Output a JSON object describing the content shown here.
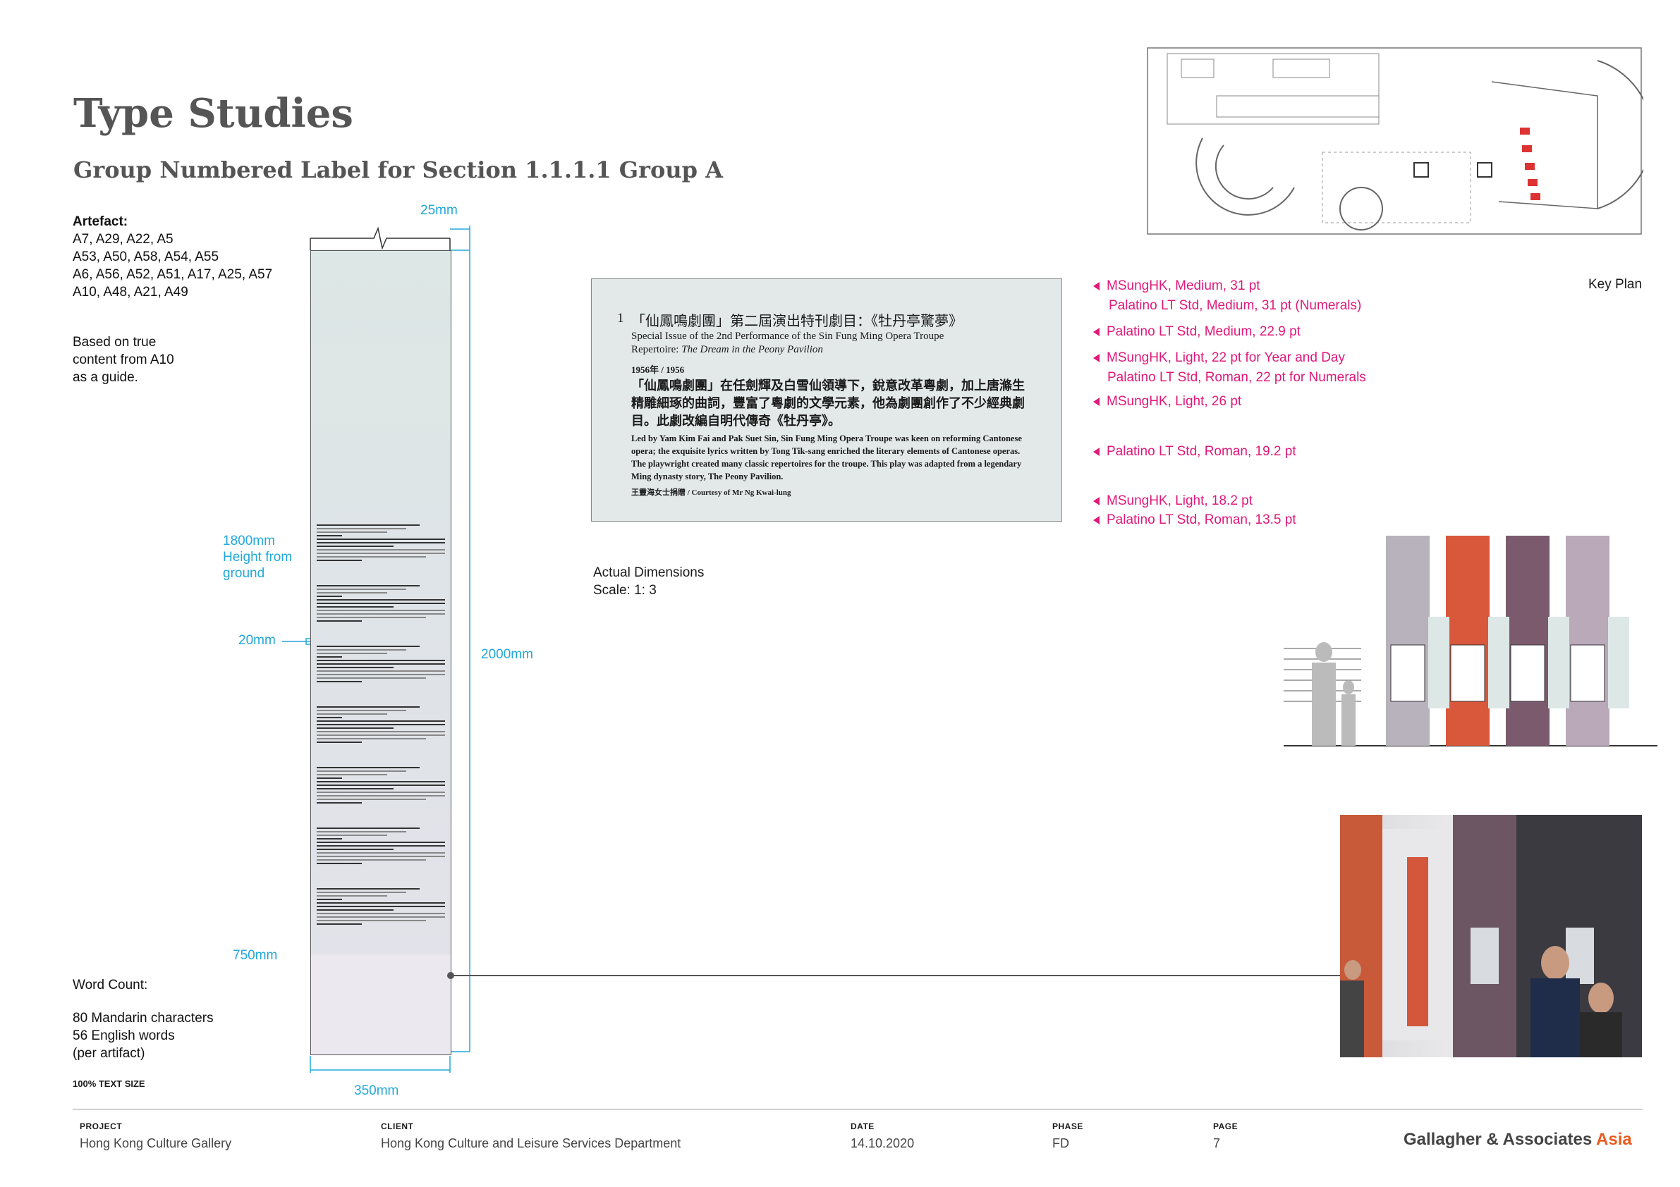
{
  "header": {
    "title": "Type Studies",
    "subtitle": "Group Numbered Label for Section 1.1.1.1 Group A"
  },
  "left_notes": {
    "artefact_heading": "Artefact:",
    "artefact_lines": [
      "A7, A29, A22, A5",
      "A53, A50, A58, A54, A55",
      "A6, A56, A52, A51, A17, A25, A57",
      "A10, A48, A21, A49"
    ],
    "basis_lines": [
      "Based on true",
      "content from A10",
      "as a guide."
    ],
    "word_count_heading": "Word Count:",
    "word_count_lines": [
      "80 Mandarin characters",
      "56 English words",
      "(per artifact)"
    ],
    "text_size": "100% TEXT SIZE"
  },
  "dimensions": {
    "top_width": "25mm",
    "height_from_ground": [
      "1800mm",
      "Height from",
      "ground"
    ],
    "gap": "20mm",
    "total_height": "2000mm",
    "lower": "750mm",
    "bottom_width": "350mm"
  },
  "label": {
    "number": "1",
    "zh_title": "「仙鳳鳴劇團」第二屆演出特刊劇目：《牡丹亭驚夢》",
    "en_title_1": "Special Issue of the 2nd Performance of the Sin Fung Ming Opera Troupe",
    "en_title_2_prefix": "Repertoire: ",
    "en_title_2_italic": "The Dream in the Peony Pavilion",
    "year": "1956年 / 1956",
    "zh_body": "「仙鳳鳴劇團」在任劍輝及白雪仙領導下，銳意改革粵劇，加上唐滌生精雕細琢的曲詞，豐富了粵劇的文學元素，他為劇團創作了不少經典劇目。此劇改編自明代傳奇《牡丹亭》。",
    "en_body": "Led by Yam Kim Fai and Pak Suet Sin, Sin Fung Ming Opera Troupe was keen on reforming Cantonese opera; the exquisite lyrics written by Tong Tik-sang enriched the literary elements of Cantonese operas. The playwright created many classic repertoires for the troupe. This play was adapted from a legendary Ming dynasty story, The Peony Pavilion.",
    "credit": "王靈海女士捐贈 / Courtesy of Mr Ng Kwai-lung"
  },
  "scale_note": [
    "Actual Dimensions",
    "Scale: 1: 3"
  ],
  "type_specs": [
    "MSungHK, Medium, 31 pt",
    "Palatino LT Std, Medium, 31 pt (Numerals)",
    "Palatino LT Std, Medium, 22.9 pt",
    "MSungHK, Light, 22 pt for Year and Day",
    "Palatino LT Std, Roman, 22 pt for Numerals",
    "MSungHK, Light, 26 pt",
    "Palatino LT Std, Roman, 19.2 pt",
    "MSungHK, Light, 18.2 pt",
    "Palatino LT Std, Roman, 13.5 pt"
  ],
  "key_plan_label": "Key Plan",
  "footer": {
    "project_label": "PROJECT",
    "project": "Hong Kong Culture Gallery",
    "client_label": "CLIENT",
    "client": "Hong Kong Culture and Leisure Services Department",
    "date_label": "DATE",
    "date": "14.10.2020",
    "phase_label": "PHASE",
    "phase": "FD",
    "page_label": "PAGE",
    "page": "7",
    "logo_main": "Gallagher & Associates",
    "logo_accent": "Asia"
  },
  "colors": {
    "cyan": "#22a8d8",
    "magenta": "#e0187a",
    "orange": "#d9573a",
    "plum": "#7c5a6e"
  }
}
